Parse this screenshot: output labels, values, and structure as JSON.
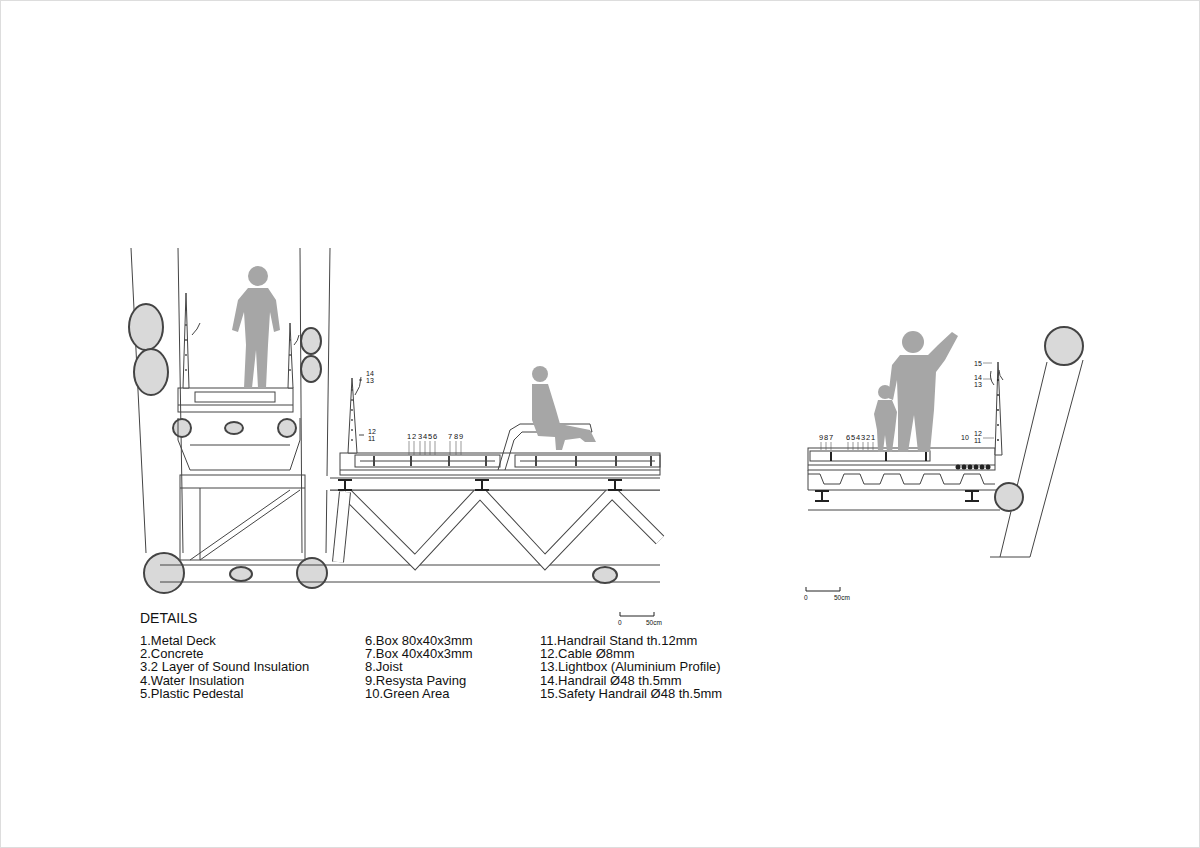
{
  "diagram": {
    "title": "DETAILS",
    "labels": [
      "1.Metal Deck",
      "2.Concrete",
      "3.2 Layer of Sound Insulation",
      "4.Water Insulation",
      "5.Plastic Pedestal",
      "6.Box 80x40x3mm",
      "7.Box 40x40x3mm",
      "8.Joist",
      "9.Resysta Paving",
      "10.Green Area",
      "11.Handrail Stand  th.12mm",
      "12.Cable Ø8mm",
      "13.Lightbox (Aluminium Profile)",
      "14.Handrail  Ø48 th.5mm",
      "15.Safety Handrail Ø48 th.5mm",
      "14",
      "13",
      "12",
      "11",
      "1",
      "2",
      "3",
      "4",
      "5",
      "6",
      "7",
      "8",
      "9",
      "9",
      "8",
      "7",
      "6",
      "5",
      "4",
      "3",
      "2",
      "1",
      "10",
      "12",
      "11",
      "15",
      "14",
      "13",
      "0",
      "50cm",
      "0",
      "50cm"
    ]
  }
}
